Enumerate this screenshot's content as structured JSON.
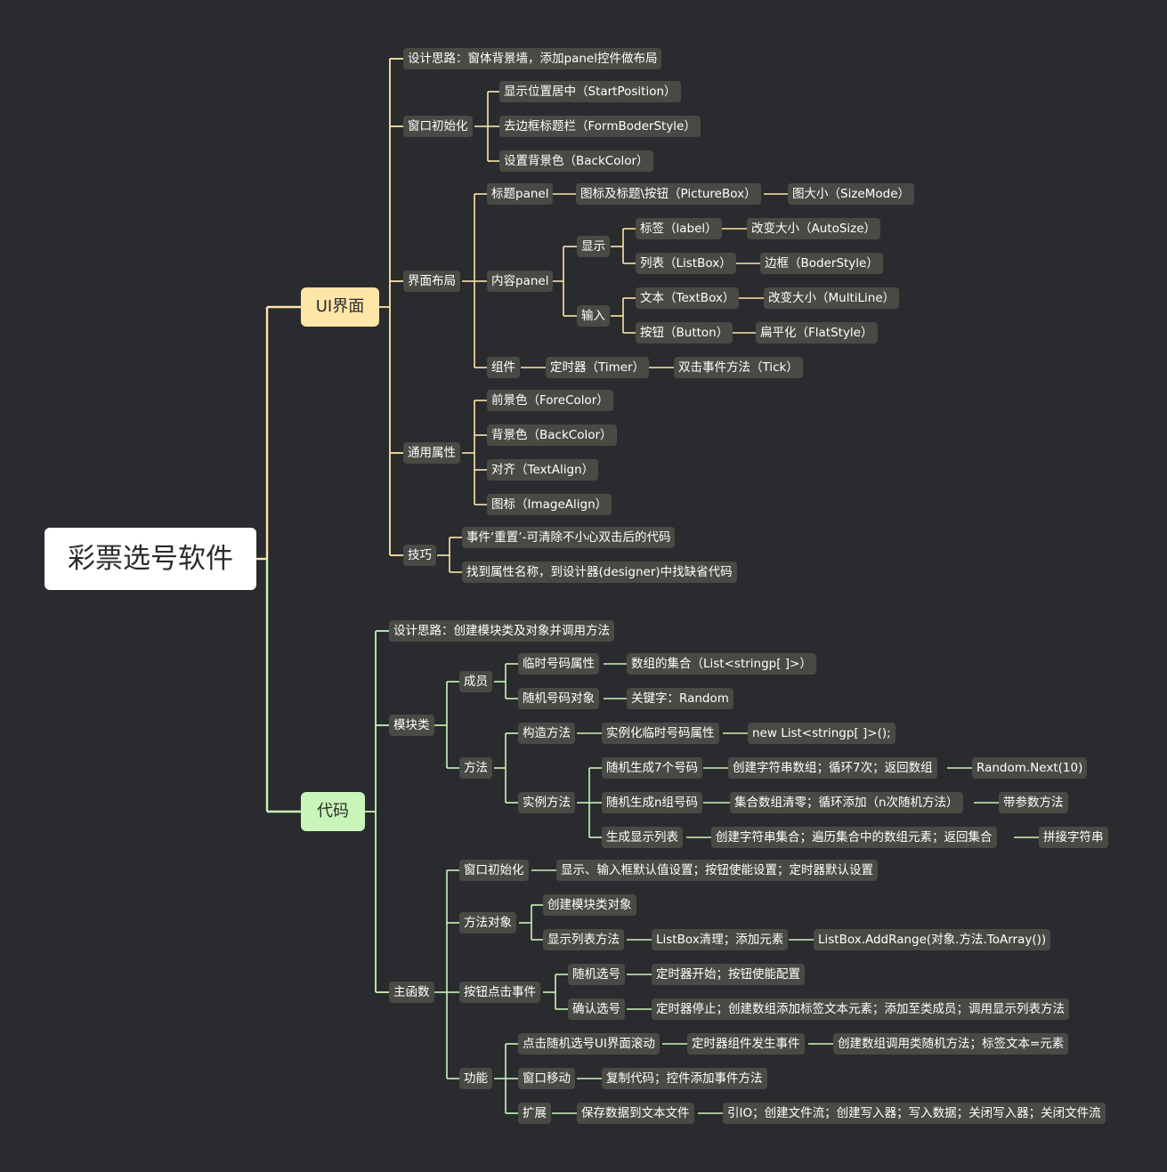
{
  "colors": {
    "background": "#2a2b2e",
    "ui_branch": "#fde6a8",
    "code_branch": "#c9f5b8",
    "node_fill": "#4a4a45"
  },
  "root": {
    "label": "彩票选号软件"
  },
  "ui": {
    "label": "UI界面",
    "design": "设计思路：窗体背景墙，添加panel控件做布局",
    "window_init": {
      "label": "窗口初始化",
      "items": [
        "显示位置居中（StartPosition）",
        "去边框标题栏（FormBoderStyle）",
        "设置背景色（BackColor）"
      ]
    },
    "layout": {
      "label": "界面布局",
      "title_panel": {
        "label": "标题panel",
        "child": "图标及标题\\按钮（PictureBox）",
        "grandchild": "图大小（SizeMode）"
      },
      "content_panel": {
        "label": "内容panel",
        "display": {
          "label": "显示",
          "label_ctrl": "标签（label）",
          "label_prop": "改变大小（AutoSize）",
          "list_ctrl": "列表（ListBox）",
          "list_prop": "边框（BoderStyle）"
        },
        "input": {
          "label": "输入",
          "text_ctrl": "文本（TextBox）",
          "text_prop": "改变大小（MultiLine）",
          "button_ctrl": "按钮（Button）",
          "button_prop": "扁平化（FlatStyle）"
        }
      },
      "component": {
        "label": "组件",
        "timer": "定时器（Timer）",
        "tick": "双击事件方法（Tick）"
      }
    },
    "common": {
      "label": "通用属性",
      "items": [
        "前景色（ForeColor）",
        "背景色（BackColor）",
        "对齐（TextAlign）",
        "图标（ImageAlign）"
      ]
    },
    "tips": {
      "label": "技巧",
      "items": [
        "事件‘重置’-可清除不小心双击后的代码",
        "找到属性名称，到设计器(designer)中找缺省代码"
      ]
    }
  },
  "code": {
    "label": "代码",
    "design": "设计思路：创建模块类及对象并调用方法",
    "module": {
      "label": "模块类",
      "members": {
        "label": "成员",
        "temp": "临时号码属性",
        "temp_desc": "数组的集合（List<stringp[ ]>）",
        "random": "随机号码对象",
        "random_desc": "关键字：Random"
      },
      "methods": {
        "label": "方法",
        "ctor": "构造方法",
        "ctor_desc": "实例化临时号码属性",
        "ctor_code": "new List<stringp[ ]>();",
        "instance": "实例方法",
        "gen7": "随机生成7个号码",
        "gen7_desc": "创建字符串数组；循环7次；返回数组",
        "gen7_code": "Random.Next(10)",
        "genN": "随机生成n组号码",
        "genN_desc": "集合数组清零；循环添加（n次随机方法）",
        "genN_note": "带参数方法",
        "genList": "生成显示列表",
        "genList_desc": "创建字符串集合；遍历集合中的数组元素；返回集合",
        "genList_note": "拼接字符串"
      }
    },
    "main": {
      "label": "主函数",
      "win_init": {
        "label": "窗口初始化",
        "desc": "显示、输入框默认值设置；按钮使能设置；定时器默认设置"
      },
      "method_obj": {
        "label": "方法对象",
        "create": "创建模块类对象",
        "show": "显示列表方法",
        "show_desc": "ListBox清理；添加元素",
        "show_code": "ListBox.AddRange(对象.方法.ToArray())"
      },
      "btn_click": {
        "label": "按钮点击事件",
        "random": "随机选号",
        "random_desc": "定时器开始；按钮使能配置",
        "confirm": "确认选号",
        "confirm_desc": "定时器停止；创建数组添加标签文本元素；添加至类成员；调用显示列表方法"
      },
      "feature": {
        "label": "功能",
        "scroll": "点击随机选号UI界面滚动",
        "scroll_desc": "定时器组件发生事件",
        "scroll_detail": "创建数组调用类随机方法；标签文本=元素",
        "move": "窗口移动",
        "move_desc": "复制代码；控件添加事件方法",
        "ext": "扩展",
        "ext_desc": "保存数据到文本文件",
        "ext_detail": "引IO；创建文件流；创建写入器；写入数据；关闭写入器；关闭文件流"
      }
    }
  }
}
